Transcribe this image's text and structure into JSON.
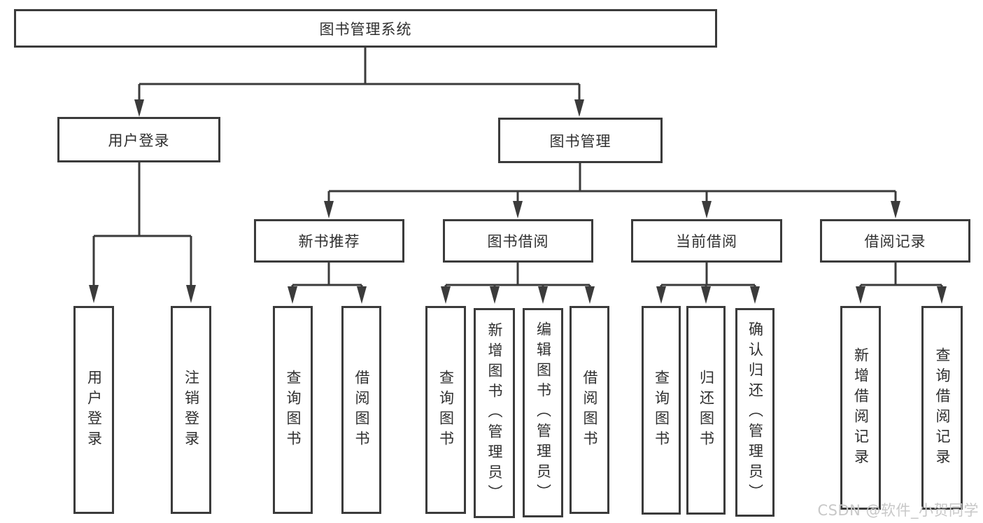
{
  "nodes": {
    "root": "图书管理系统",
    "user_login": "用户登录",
    "book_management": "图书管理",
    "new_book_recommend": "新书推荐",
    "book_borrowing": "图书借阅",
    "current_borrowing": "当前借阅",
    "borrow_records": "借阅记录"
  },
  "leaves": {
    "user_login": [
      "用户登录",
      "注销登录"
    ],
    "new_book_recommend": [
      "查询图书",
      "借阅图书"
    ],
    "book_borrowing": [
      "查询图书",
      "新增图书（管理员）",
      "编辑图书（管理员）",
      "借阅图书"
    ],
    "current_borrowing": [
      "查询图书",
      "归还图书",
      "确认归还（管理员）"
    ],
    "borrow_records": [
      "新增借阅记录",
      "查询借阅记录"
    ]
  },
  "watermark": "CSDN @软件_小贺同学",
  "colors": {
    "line": "#3b3b3b",
    "box_border": "#3b3b3b",
    "box_fill": "#ffffff",
    "text": "#2f2f2f",
    "watermark": "#c8c8c8",
    "background": "#ffffff"
  }
}
